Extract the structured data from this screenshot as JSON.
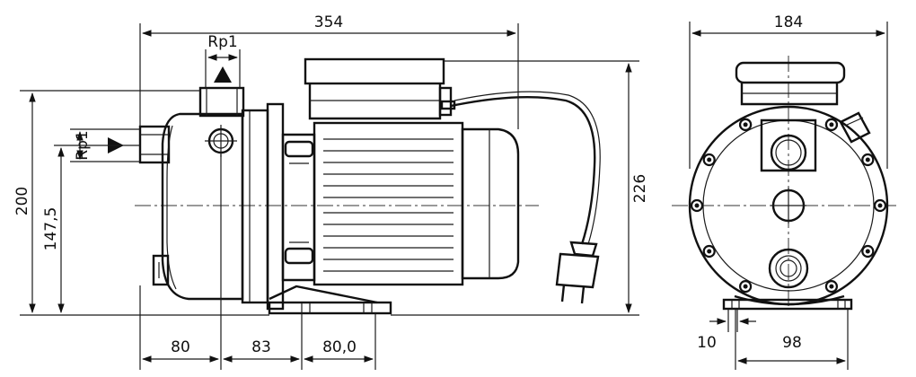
{
  "side_view": {
    "dim_overall_length": "354",
    "dim_suction_inlet_label": "Rp1",
    "dim_discharge_outlet_label": "Rp1",
    "dim_total_height": "200",
    "dim_axis_height": "147,5",
    "dim_motor_height": "226",
    "dim_bottom_segment_1": "80",
    "dim_bottom_segment_2": "83",
    "dim_bottom_segment_3": "80,0"
  },
  "front_view": {
    "dim_width": "184",
    "dim_foot_width": "98",
    "dim_foot_thickness": "10"
  }
}
